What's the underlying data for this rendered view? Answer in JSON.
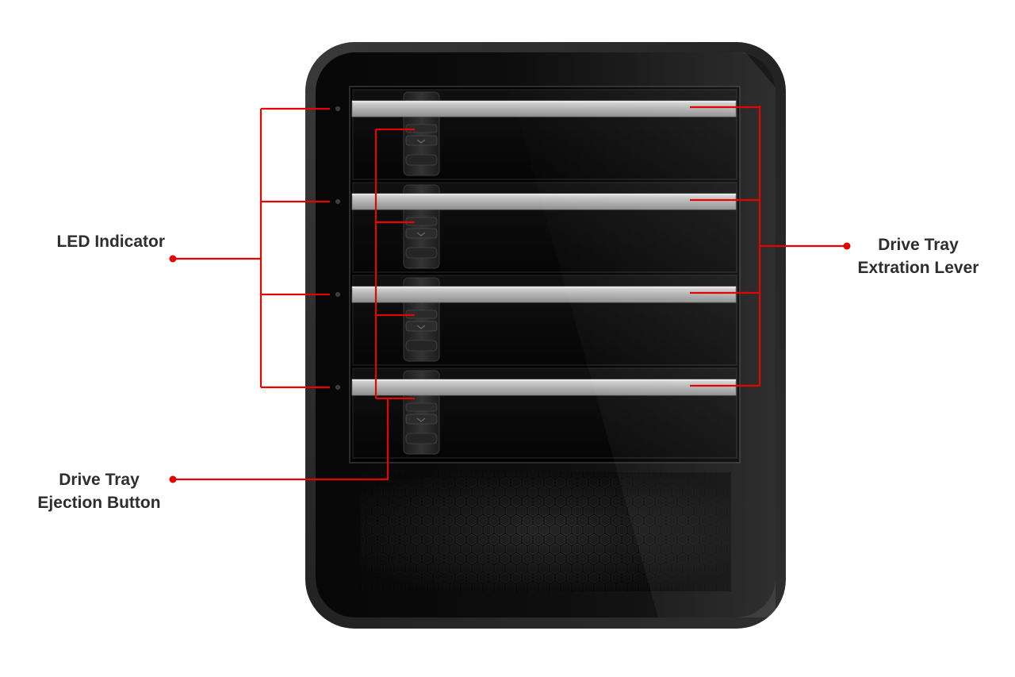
{
  "callouts": {
    "led_indicator": {
      "lines": [
        "LED Indicator"
      ]
    },
    "ejection_button": {
      "lines": [
        "Drive Tray",
        "Ejection Button"
      ]
    },
    "extraction_lever": {
      "lines": [
        "Drive Tray",
        "Extration Lever"
      ]
    }
  },
  "enclosure": {
    "bay_count": 4
  },
  "colors": {
    "callout_line": "#e10600",
    "label_text": "#2e2e2e",
    "enclosure_body": "#141414",
    "tray_lever": "#b9b9b9"
  }
}
